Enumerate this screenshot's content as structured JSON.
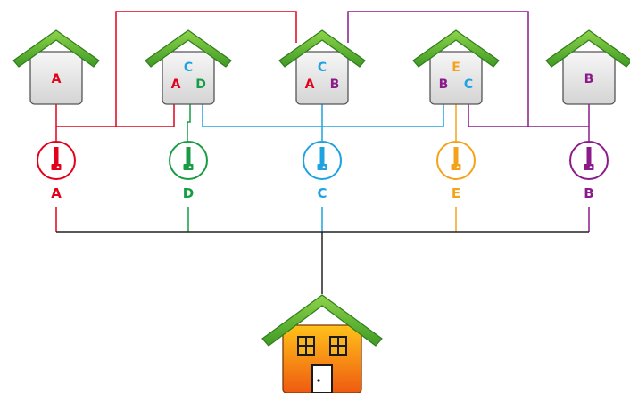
{
  "colors": {
    "A": "#e3001b",
    "B": "#8b1a8b",
    "C": "#1ea3e0",
    "D": "#179c43",
    "E": "#f5a21b",
    "line": "#222222",
    "roof_green": "#5bb531",
    "roof_dark": "#2f7d1e",
    "house_gray": "#e9e9e9",
    "house_orange": "#f07a12"
  },
  "houses": [
    {
      "locks": [
        "A"
      ]
    },
    {
      "locks": [
        "C",
        "A",
        "D"
      ]
    },
    {
      "locks": [
        "C",
        "A",
        "B"
      ]
    },
    {
      "locks": [
        "E",
        "B",
        "C"
      ]
    },
    {
      "locks": [
        "B"
      ]
    }
  ],
  "keys": [
    {
      "label": "A",
      "color": "A"
    },
    {
      "label": "D",
      "color": "D"
    },
    {
      "label": "C",
      "color": "C"
    },
    {
      "label": "E",
      "color": "E"
    },
    {
      "label": "B",
      "color": "B"
    }
  ],
  "main_house": {
    "icon": "main-house-icon"
  }
}
